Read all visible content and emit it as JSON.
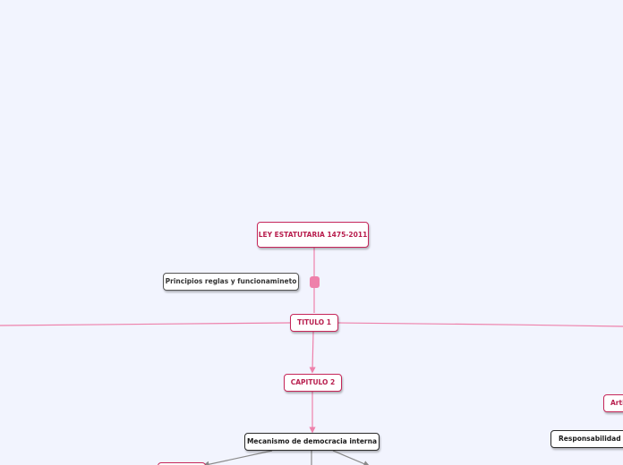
{
  "mindmap": {
    "root": {
      "label": "LEY ESTATUTARIA 1475-2011"
    },
    "side_note": {
      "label": "Principios reglas y funcionamineto"
    },
    "titulo": {
      "label": "TITULO 1"
    },
    "capitulo": {
      "label": "CAPITULO 2"
    },
    "mecanismo": {
      "label": "Mecanismo de democracia interna"
    },
    "right_pink": {
      "label": "Arti"
    },
    "right_dark": {
      "label": "Responsabilidad s"
    }
  },
  "colors": {
    "background": "#f2f4fe",
    "pink_link": "#ee81ab",
    "pink_text": "#b81e4e",
    "grey_link": "#8a8a8a"
  }
}
